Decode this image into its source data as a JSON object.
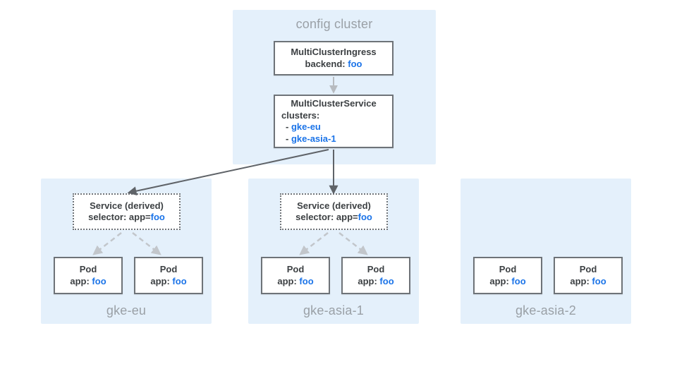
{
  "colors": {
    "panel_blue": "#e4f0fb",
    "accent_blue": "#1a73e8",
    "text_dark": "#3c4043",
    "label_gray": "#9aa0a6",
    "arrow_dark": "#5f6368",
    "arrow_light": "#b7bbc0",
    "box_border": "#6e7378"
  },
  "config_cluster": {
    "label": "config cluster",
    "multi_cluster_ingress": {
      "title": "MultiClusterIngress",
      "backend_label": "backend:",
      "backend_value": "foo"
    },
    "multi_cluster_service": {
      "title": "MultiClusterService",
      "clusters_label": "clusters:",
      "items": [
        {
          "bullet": "-",
          "name": "gke-eu"
        },
        {
          "bullet": "-",
          "name": "gke-asia-1"
        }
      ]
    }
  },
  "clusters": [
    {
      "name": "gke-eu",
      "service": {
        "title": "Service (derived)",
        "selector_label": "selector: app=",
        "selector_value": "foo"
      },
      "pods": [
        {
          "title": "Pod",
          "app_label": "app:",
          "app_value": "foo"
        },
        {
          "title": "Pod",
          "app_label": "app:",
          "app_value": "foo"
        }
      ]
    },
    {
      "name": "gke-asia-1",
      "service": {
        "title": "Service (derived)",
        "selector_label": "selector: app=",
        "selector_value": "foo"
      },
      "pods": [
        {
          "title": "Pod",
          "app_label": "app:",
          "app_value": "foo"
        },
        {
          "title": "Pod",
          "app_label": "app:",
          "app_value": "foo"
        }
      ]
    },
    {
      "name": "gke-asia-2",
      "pods": [
        {
          "title": "Pod",
          "app_label": "app:",
          "app_value": "foo"
        },
        {
          "title": "Pod",
          "app_label": "app:",
          "app_value": "foo"
        }
      ]
    }
  ]
}
